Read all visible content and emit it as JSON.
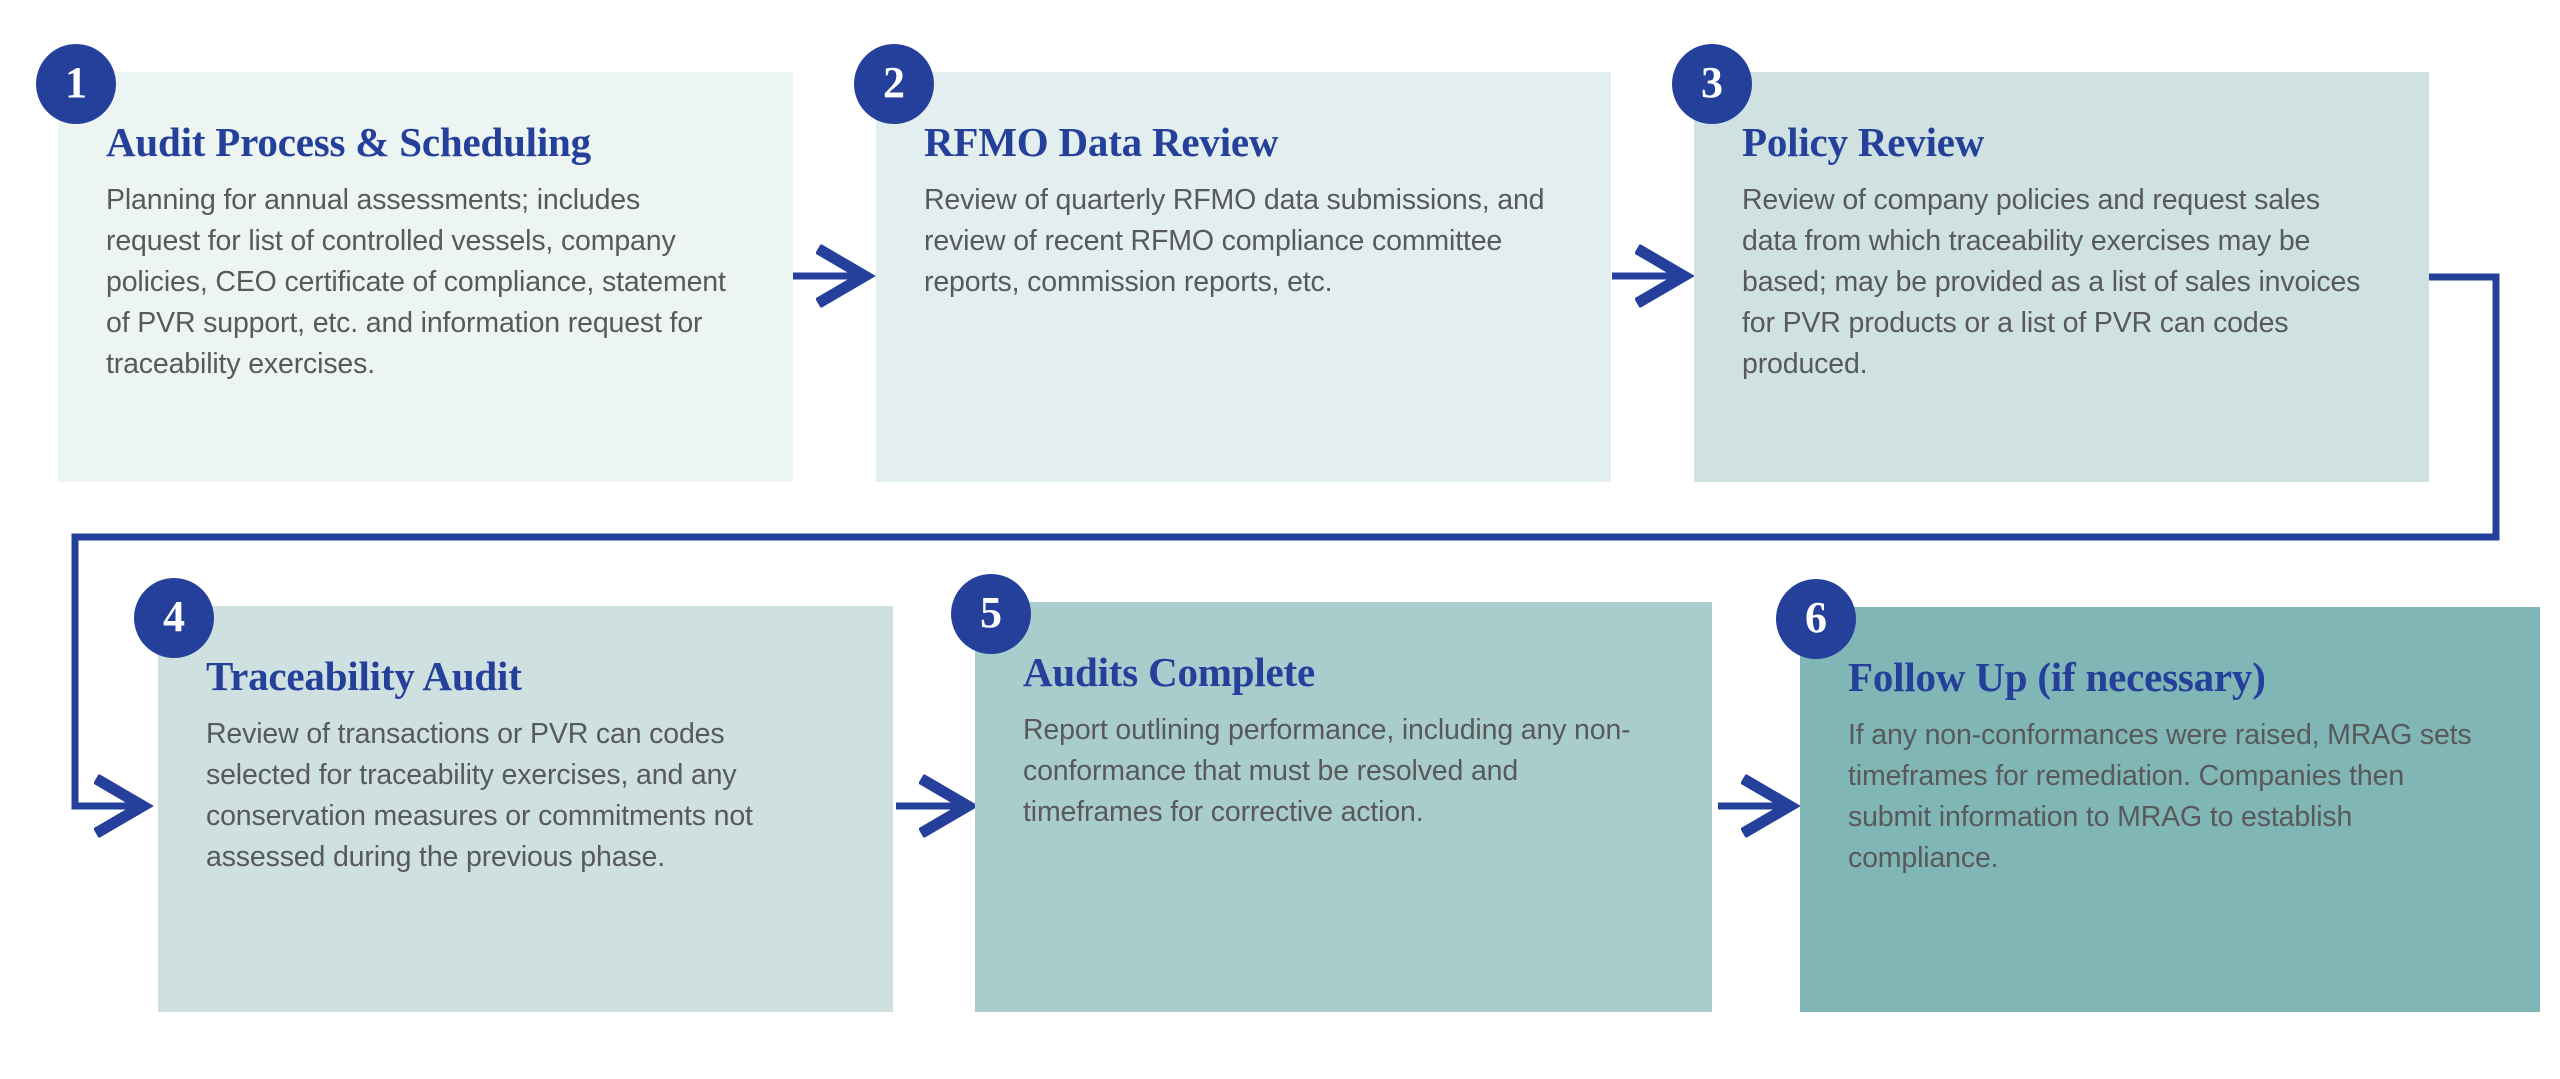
{
  "diagram": {
    "type": "process-flow",
    "orientation": "serpentine-two-rows",
    "accent_color": "#24409a",
    "text_color": "#58595b",
    "background_color": "#ffffff",
    "steps": [
      {
        "number": "1",
        "title": "Audit Process & Scheduling",
        "description": "Planning for annual assessments; includes request for list of controlled vessels, company policies, CEO certificate of compliance, statement of PVR support, etc. and information request for traceability exercises.",
        "fill_color": "#edf5f2"
      },
      {
        "number": "2",
        "title": "RFMO Data Review",
        "description": "Review of quarterly RFMO data submissions, and review of recent RFMO compliance committee reports, commission reports, etc.",
        "fill_color": "#e3eeee"
      },
      {
        "number": "3",
        "title": "Policy Review",
        "description": "Review of company policies and request sales data from which traceability exercises may be based; may be provided as a list of sales invoices for PVR products or a list of PVR can codes produced.",
        "fill_color": "#cfe2e1"
      },
      {
        "number": "4",
        "title": "Traceability Audit",
        "description": "Review of transactions or PVR can codes selected for traceability exercises, and any conservation measures or commitments not assessed during the previous phase.",
        "fill_color": "#cee0df"
      },
      {
        "number": "5",
        "title": "Audits Complete",
        "description": "Report outlining performance, including any non-conformance that must be resolved and timeframes for corrective action.",
        "fill_color": "#a9cdcc"
      },
      {
        "number": "6",
        "title": "Follow Up (if necessary)",
        "description": "If any non-conformances were raised, MRAG sets timeframes for remediation. Companies then submit information to MRAG to establish compliance.",
        "fill_color": "#81b6b6"
      }
    ],
    "connectors": [
      {
        "name": "arrow-1-to-2",
        "kind": "straight-right"
      },
      {
        "name": "arrow-2-to-3",
        "kind": "straight-right"
      },
      {
        "name": "arrow-3-to-4",
        "kind": "wrap-around"
      },
      {
        "name": "arrow-4-to-5",
        "kind": "straight-right"
      },
      {
        "name": "arrow-5-to-6",
        "kind": "straight-right"
      }
    ]
  }
}
